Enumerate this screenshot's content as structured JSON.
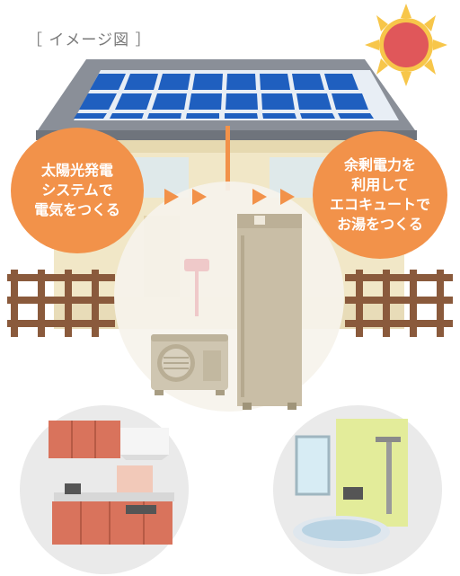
{
  "caption": "［ イメージ図 ］",
  "left_bubble": {
    "lines": [
      "太陽光発電",
      "システムで",
      "電気をつくる"
    ]
  },
  "right_bubble": {
    "lines": [
      "余剰電力を",
      "利用して",
      "エコキュートで",
      "お湯をつくる"
    ]
  },
  "colors": {
    "accent": "#f2924a",
    "sun": "#e0575a",
    "sun_rays": "#f7c64a",
    "roof": "#8a8f98",
    "solar_panel": "#1f5fbf",
    "house_wall": "#f1e7c7",
    "fence": "#8a5a3c",
    "kitchen_cabinet": "#d9735c",
    "bathroom_wall": "#e3ec9a",
    "heat_pump_unit": "#c9bea6"
  }
}
